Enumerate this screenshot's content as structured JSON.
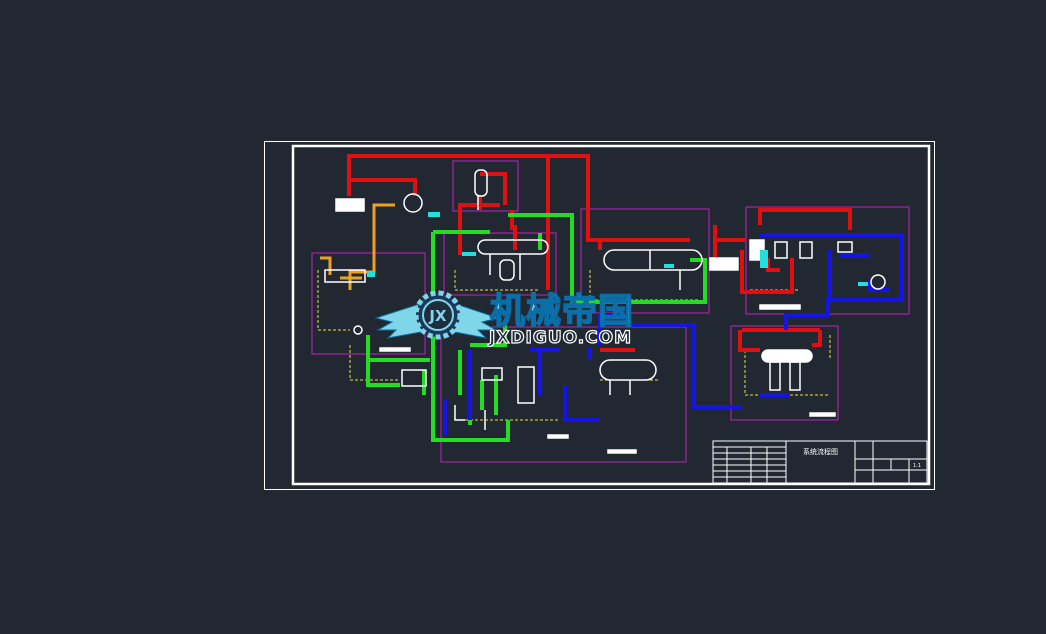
{
  "colors": {
    "background": "#222831",
    "frame": "#ffffff",
    "pipe_red": "#e01010",
    "pipe_green": "#22dd22",
    "pipe_blue": "#1414e6",
    "pipe_orange": "#f0a020",
    "boundary_magenta": "#c020c0",
    "dashed_yellow": "#e8e040",
    "equipment_white": "#ffffff",
    "accent_cyan": "#20e0e0",
    "watermark_cyan": "#7fd6e8",
    "watermark_blue": "#0a6ea8"
  },
  "watermark": {
    "logo_letters": "JX",
    "title": "机械帝国",
    "url": "JXDIGUO.COM"
  },
  "title_block": {
    "drawing_name": "系统流程图",
    "scale": "1:1"
  }
}
